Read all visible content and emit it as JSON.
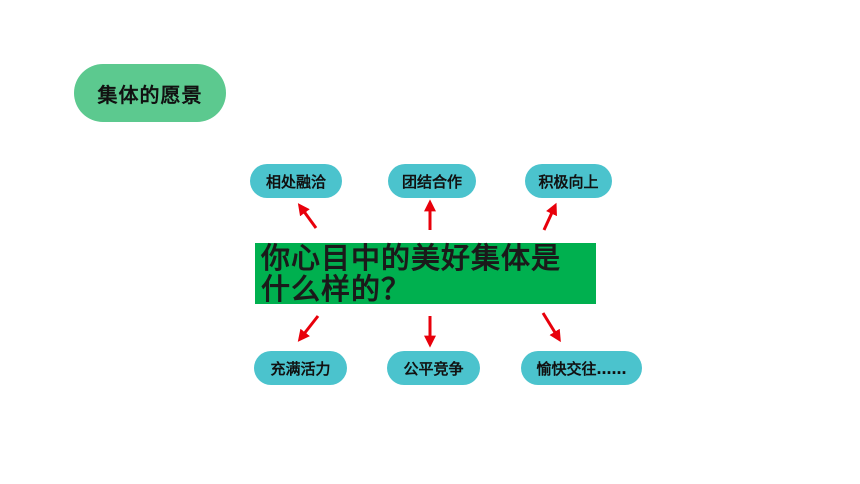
{
  "title": "集体的愿景",
  "center_question": {
    "line1": "你心目中的美好集体是",
    "line2": "什么样的？"
  },
  "top_items": [
    "相处融洽",
    "团结合作",
    "积极向上"
  ],
  "bottom_items": [
    "充满活力",
    "公平竞争",
    "愉快交往……"
  ],
  "colors": {
    "title_pill": "#5cc98f",
    "center_box": "#00b04f",
    "item_pill": "#4bc3cd",
    "arrow": "#e8000b"
  }
}
